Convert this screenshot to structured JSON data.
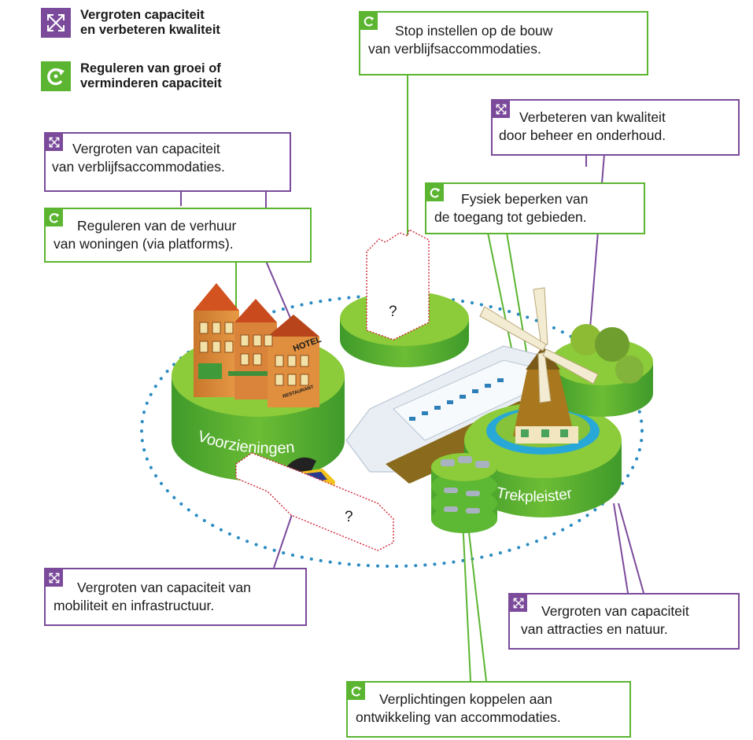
{
  "colors": {
    "purple": "#7b4a9b",
    "green": "#5bb531",
    "platform_top": "#8ccb3a",
    "platform_side": "#4ea82e",
    "dots": "#2a8bc2",
    "water": "#28a8d6",
    "question": "#d0283a"
  },
  "legend": [
    {
      "icon": "expand-arrows-icon",
      "color": "purple",
      "line1": "Vergroten capaciteit",
      "line2": "en verbeteren kwaliteit"
    },
    {
      "icon": "cycle-arrow-icon",
      "color": "green",
      "line1": "Reguleren van groei of",
      "line2": "verminderen capaciteit"
    }
  ],
  "callouts": {
    "verblijf": {
      "icon": "expand-arrows-icon",
      "line1": "Vergroten van capaciteit",
      "line2": "van verblijfsaccommodaties."
    },
    "verhuur": {
      "icon": "cycle-arrow-icon",
      "line1": "Reguleren van de verhuur",
      "line2": "van woningen (via platforms)."
    },
    "bouw": {
      "icon": "cycle-arrow-icon",
      "line1": "Stop instellen op de bouw",
      "line2": "van verblijfsaccommodaties."
    },
    "kwaliteit": {
      "icon": "expand-arrows-icon",
      "line1": "Verbeteren van kwaliteit",
      "line2": "door beheer en onderhoud."
    },
    "toegang": {
      "icon": "cycle-arrow-icon",
      "line1": "Fysiek beperken van",
      "line2": "de toegang tot gebieden."
    },
    "mobiliteit": {
      "icon": "expand-arrows-icon",
      "line1": "Vergroten van capaciteit van",
      "line2": "mobiliteit en infrastructuur."
    },
    "attracties": {
      "icon": "expand-arrows-icon",
      "line1": "Vergroten van capaciteit",
      "line2": "van attracties en natuur."
    },
    "koppelen": {
      "icon": "cycle-arrow-icon",
      "line1": "Verplichtingen koppelen aan",
      "line2": "ontwikkeling van accommodaties."
    }
  },
  "scene": {
    "voorzieningen_label": "Voorzieningen",
    "trekpleister_label": "Trekpleister",
    "hotel_sign": "HOTEL",
    "restaurant_sign": "RESTAURANT",
    "question_top": "?",
    "question_bottom": "?"
  }
}
